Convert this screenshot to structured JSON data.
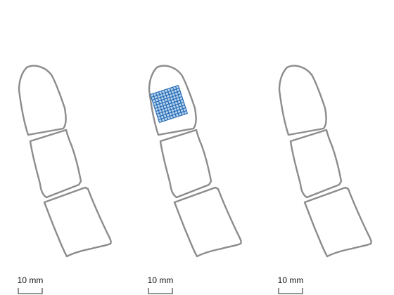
{
  "panels": [
    {
      "scale_label": "10 mm",
      "has_grid": false
    },
    {
      "scale_label": "10 mm",
      "has_grid": true
    },
    {
      "scale_label": "10 mm",
      "has_grid": false
    }
  ],
  "colors": {
    "outline": "#8c8c8c",
    "grid": "#1f66b0",
    "scale_bar": "#333333"
  }
}
